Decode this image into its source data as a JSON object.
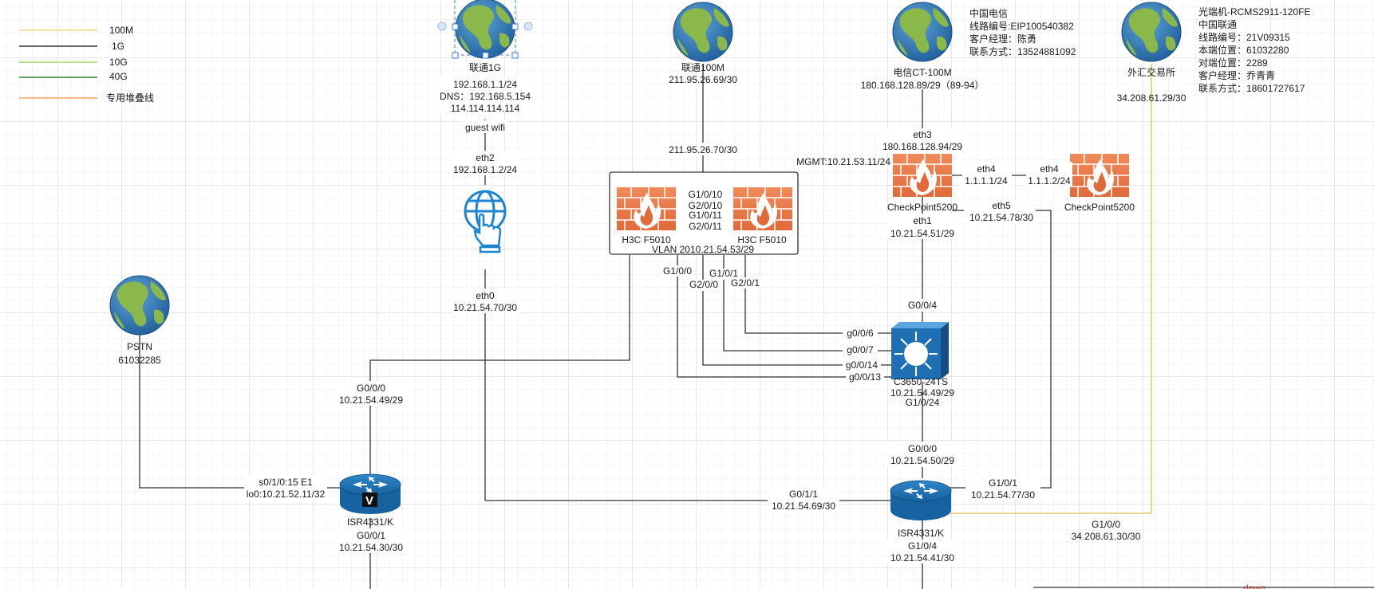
{
  "legend": [
    {
      "label": "100M",
      "color": "#f0d78c"
    },
    {
      "label": "1G",
      "color": "#333333"
    },
    {
      "label": "10G",
      "color": "#a6d96a"
    },
    {
      "label": "40G",
      "color": "#2e7d32"
    },
    {
      "label": "专用堆叠线",
      "color": "#f4a460"
    }
  ],
  "globes": {
    "unicom_1g": {
      "label": "联通1G",
      "info": [
        "192.168.1.1/24",
        "DNS：192.168.5.154",
        "114.114.114.114"
      ]
    },
    "unicom_100m": {
      "label": "联通100M",
      "info": [
        "211.95.26.69/30"
      ]
    },
    "telecom_100m": {
      "label": "电信CT-100M",
      "info": [
        "180.168.128.89/29（89-94）"
      ]
    },
    "forex": {
      "label": "外汇交易所",
      "info": [
        "34.208.61.29/30"
      ]
    },
    "pstn": {
      "label": "PSTN",
      "info": [
        "61032285"
      ]
    }
  },
  "notes": {
    "telecom": [
      "中国电信",
      "线路编号:EIP100540382",
      "客户经理：陈勇",
      "联系方式：13524881092"
    ],
    "forex": [
      "光端机-RCMS2911-120FE",
      "中国联通",
      "线路编号：21V09315",
      "本端位置：61032280",
      "对端位置：2289",
      "客户经理：乔青青",
      "联系方式：18601727617"
    ]
  },
  "wifi": {
    "guest_wifi": "guest wifi",
    "eth2": "eth2",
    "eth2_ip": "192.168.1.2/24",
    "eth0": "eth0",
    "eth0_ip": "10.21.54.70/30"
  },
  "h3c": {
    "device1": "H3C F5010",
    "device2": "H3C F5010",
    "uplink_ip": "211.95.26.70/30",
    "ports_mid": [
      "G1/0/10",
      "G2/0/10",
      "G1/0/11",
      "G2/0/11"
    ],
    "vlan": "VLAN 2010.21.54.53/29",
    "ports_bottom": [
      "G1/0/0",
      "G1/0/1",
      "G2/0/0",
      "G2/0/1"
    ]
  },
  "checkpoint": {
    "cp1": "CheckPoint5200",
    "cp2": "CheckPoint5200",
    "mgmt": "MGMT:10.21.53.11/24",
    "eth3": "eth3",
    "eth3_ip": "180.168.128.94/29",
    "cp1_eth4": "eth4",
    "cp1_eth4_ip": "1.1.1.1/24",
    "cp2_eth4": "eth4",
    "cp2_eth4_ip": "1.1.1.2/24",
    "eth5": "eth5",
    "eth5_ip": "10.21.54.78/30",
    "eth1": "eth1",
    "eth1_ip": "10.21.54.51/29"
  },
  "switch": {
    "name": "C3650-24TS",
    "ip": "10.21.54.49/29",
    "uplink_port": "G0/0/4",
    "ports": [
      "g0/0/6",
      "g0/0/7",
      "g0/0/14",
      "g0/0/13"
    ],
    "down_port": "G1/0/24"
  },
  "router_left": {
    "name": "ISR4331/K",
    "top_port": "G0/0/0",
    "top_ip": "10.21.54.49/29",
    "serial": "s0/1/0:15 E1",
    "loopback": "lo0:10.21.52.11/32",
    "bottom_port": "G0/0/1",
    "bottom_ip": "10.21.54.30/30"
  },
  "router_right": {
    "name": "ISR4331/K",
    "top_port": "G0/0/0",
    "top_ip": "10.21.54.50/29",
    "left_port": "G0/1/1",
    "left_ip": "10.21.54.69/30",
    "right_port": "G1/0/1",
    "right_ip": "10.21.54.77/30",
    "forex_port": "G1/0/0",
    "forex_ip": "34.208.61.30/30",
    "bottom_port": "G1/0/4",
    "bottom_ip": "10.21.54.41/30"
  },
  "bottom_red_text": "down"
}
